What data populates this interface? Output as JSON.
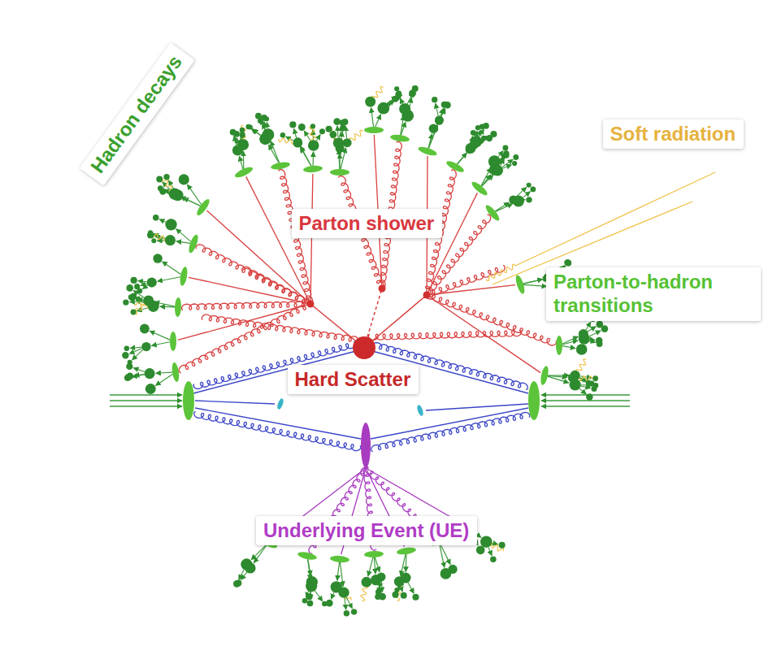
{
  "diagram": {
    "nodes": [
      {
        "text": [
          "Hadron decays"
        ]
      },
      {
        "text": [
          "Soft radiation"
        ]
      },
      {
        "text": [
          "Parton shower"
        ]
      },
      {
        "text": [
          "Parton-to-hadron transitions"
        ]
      },
      {
        "text": [
          "Hard Scatter"
        ]
      },
      {
        "text": [
          "Underlying Event (UE)"
        ]
      }
    ]
  }
}
